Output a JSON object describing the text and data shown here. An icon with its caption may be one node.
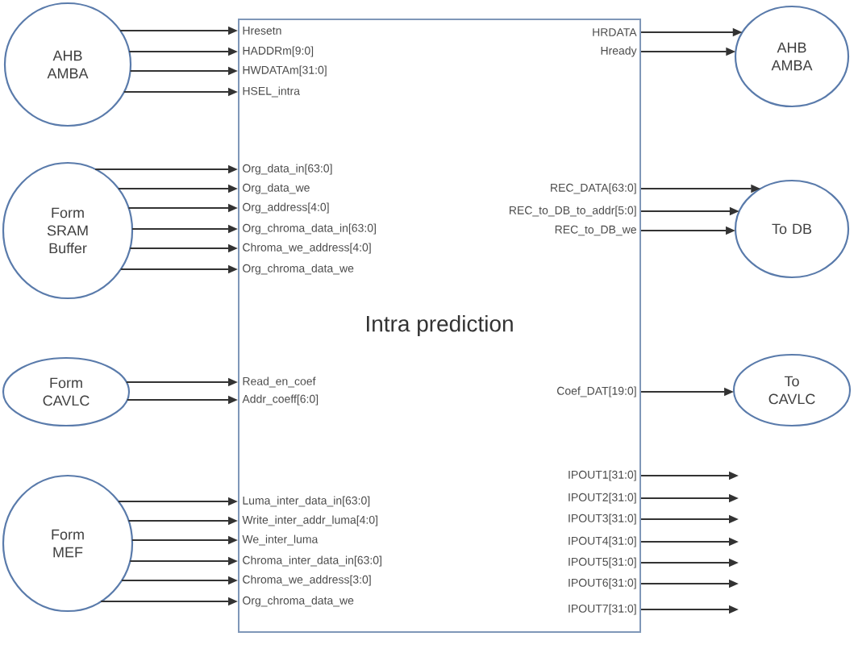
{
  "diagram": {
    "nodes": [
      {
        "text": [
          "Intra prediction"
        ]
      },
      {
        "text": [
          "AHB AMBA"
        ]
      },
      {
        "text": [
          "Form SRAM Buffer"
        ]
      },
      {
        "text": [
          "Form CAVLC"
        ]
      },
      {
        "text": [
          "Form MEF"
        ]
      },
      {
        "text": [
          "AHB AMBA"
        ]
      },
      {
        "text": [
          "To DB"
        ]
      },
      {
        "text": [
          "To CAVLC"
        ]
      }
    ],
    "edges": [
      {
        "from": 1,
        "to": 0,
        "arrow": "to",
        "label": "Hresetn"
      },
      {
        "from": 1,
        "to": 0,
        "arrow": "to",
        "label": "HADDRm[9:0]"
      },
      {
        "from": 1,
        "to": 0,
        "arrow": "to",
        "label": "HWDATAm[31:0]"
      },
      {
        "from": 1,
        "to": 0,
        "arrow": "to",
        "label": "HSEL_intra"
      },
      {
        "from": 2,
        "to": 0,
        "arrow": "to",
        "label": "Org_data_in[63:0]"
      },
      {
        "from": 2,
        "to": 0,
        "arrow": "to",
        "label": "Org_data_we"
      },
      {
        "from": 2,
        "to": 0,
        "arrow": "to",
        "label": "Org_address[4:0]"
      },
      {
        "from": 2,
        "to": 0,
        "arrow": "to",
        "label": "Org_chroma_data_in[63:0]"
      },
      {
        "from": 2,
        "to": 0,
        "arrow": "to",
        "label": "Chroma_we_address[4:0]"
      },
      {
        "from": 2,
        "to": 0,
        "arrow": "to",
        "label": "Org_chroma_data_we"
      },
      {
        "from": 3,
        "to": 0,
        "arrow": "to",
        "label": "Read_en_coef"
      },
      {
        "from": 3,
        "to": 0,
        "arrow": "to",
        "label": "Addr_coeff[6:0]"
      },
      {
        "from": 4,
        "to": 0,
        "arrow": "to",
        "label": "Luma_inter_data_in[63:0]"
      },
      {
        "from": 4,
        "to": 0,
        "arrow": "to",
        "label": "Write_inter_addr_luma[4:0]"
      },
      {
        "from": 4,
        "to": 0,
        "arrow": "to",
        "label": "We_inter_luma"
      },
      {
        "from": 4,
        "to": 0,
        "arrow": "to",
        "label": "Chroma_inter_data_in[63:0]"
      },
      {
        "from": 4,
        "to": 0,
        "arrow": "to",
        "label": "Chroma_we_address[3:0]"
      },
      {
        "from": 4,
        "to": 0,
        "arrow": "to",
        "label": "Org_chroma_data_we"
      },
      {
        "from": 0,
        "to": 5,
        "arrow": "to",
        "label": "HRDATA"
      },
      {
        "from": 0,
        "to": 5,
        "arrow": "to",
        "label": "Hready"
      },
      {
        "from": 0,
        "to": 6,
        "arrow": "to",
        "label": "REC_DATA[63:0]"
      },
      {
        "from": 0,
        "to": 6,
        "arrow": "to",
        "label": "REC_to_DB_to_addr[5:0]"
      },
      {
        "from": 0,
        "to": 6,
        "arrow": "to",
        "label": "REC_to_DB_we"
      },
      {
        "from": 0,
        "to": 7,
        "arrow": "to",
        "label": "Coef_DAT[19:0]"
      },
      {
        "from": 0,
        "to": null,
        "arrow": "to",
        "label": "IPOUT1[31:0]"
      },
      {
        "from": 0,
        "to": null,
        "arrow": "to",
        "label": "IPOUT2[31:0]"
      },
      {
        "from": 0,
        "to": null,
        "arrow": "to",
        "label": "IPOUT3[31:0]"
      },
      {
        "from": 0,
        "to": null,
        "arrow": "to",
        "label": "IPOUT4[31:0]"
      },
      {
        "from": 0,
        "to": null,
        "arrow": "to",
        "label": "IPOUT5[31:0]"
      },
      {
        "from": 0,
        "to": null,
        "arrow": "to",
        "label": "IPOUT6[31:0]"
      },
      {
        "from": 0,
        "to": null,
        "arrow": "to",
        "label": "IPOUT7[31:0]"
      }
    ]
  }
}
